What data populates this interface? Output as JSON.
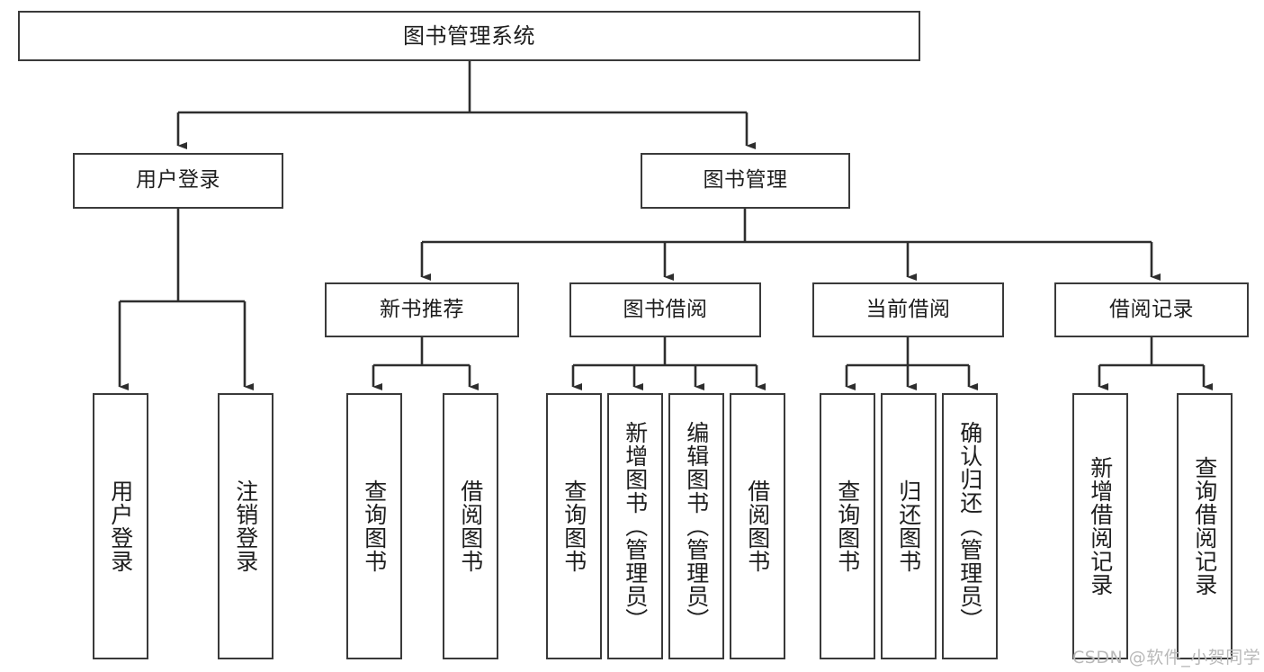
{
  "diagram": {
    "type": "hierarchy-tree",
    "title": "图书管理系统",
    "levels": {
      "root": {
        "label": "图书管理系统"
      },
      "level2": [
        {
          "id": "user-login",
          "label": "用户登录"
        },
        {
          "id": "book-management",
          "label": "图书管理"
        }
      ],
      "level3": [
        {
          "id": "new-book-recommend",
          "label": "新书推荐"
        },
        {
          "id": "book-borrow",
          "label": "图书借阅"
        },
        {
          "id": "current-borrow",
          "label": "当前借阅"
        },
        {
          "id": "borrow-record",
          "label": "借阅记录"
        }
      ],
      "leaves": [
        {
          "id": "leaf-user-login",
          "label": "用户登录",
          "parent": "user-login"
        },
        {
          "id": "leaf-user-logout",
          "label": "注销登录",
          "parent": "user-login"
        },
        {
          "id": "leaf-query-book-1",
          "label": "查询图书",
          "parent": "new-book-recommend"
        },
        {
          "id": "leaf-borrow-book-1",
          "label": "借阅图书",
          "parent": "new-book-recommend"
        },
        {
          "id": "leaf-query-book-2",
          "label": "查询图书",
          "parent": "book-borrow"
        },
        {
          "id": "leaf-add-book",
          "label": "新增图书（管理员）",
          "parent": "book-borrow"
        },
        {
          "id": "leaf-edit-book",
          "label": "编辑图书（管理员）",
          "parent": "book-borrow"
        },
        {
          "id": "leaf-borrow-book-2",
          "label": "借阅图书",
          "parent": "book-borrow"
        },
        {
          "id": "leaf-query-book-3",
          "label": "查询图书",
          "parent": "current-borrow"
        },
        {
          "id": "leaf-return-book",
          "label": "归还图书",
          "parent": "current-borrow"
        },
        {
          "id": "leaf-confirm-return",
          "label": "确认归还（管理员）",
          "parent": "current-borrow"
        },
        {
          "id": "leaf-add-record",
          "label": "新增借阅记录",
          "parent": "borrow-record"
        },
        {
          "id": "leaf-query-record",
          "label": "查询借阅记录",
          "parent": "borrow-record"
        }
      ]
    },
    "colors": {
      "stroke": "#3a3a3a",
      "fill": "#ffffff",
      "text": "#1d1d1d",
      "watermark": "#b9b9b9"
    }
  },
  "watermark": {
    "text": "CSDN @软件_小贺同学"
  }
}
